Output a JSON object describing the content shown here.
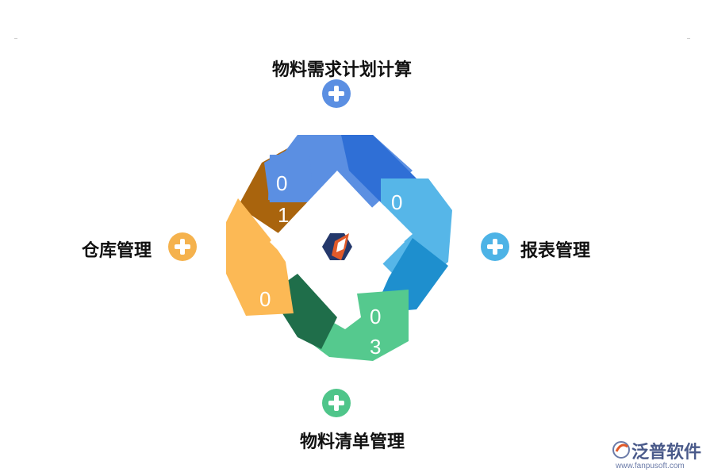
{
  "nodes": {
    "top": {
      "label": "物料需求计划计算",
      "color": "#5B8FE2"
    },
    "right": {
      "label": "报表管理",
      "color": "#4DB3E6"
    },
    "bottom": {
      "label": "物料清单管理",
      "color": "#4FC58A"
    },
    "left": {
      "label": "仓库管理",
      "color": "#F5B24D"
    }
  },
  "cycle_numbers": {
    "seg1": "0",
    "seg1_b": "1",
    "seg2": "0",
    "seg3": "0",
    "seg3_b": "3",
    "seg4": "0"
  },
  "watermark": {
    "brand": "泛普软件",
    "url": "www.fanpusoft.com"
  }
}
